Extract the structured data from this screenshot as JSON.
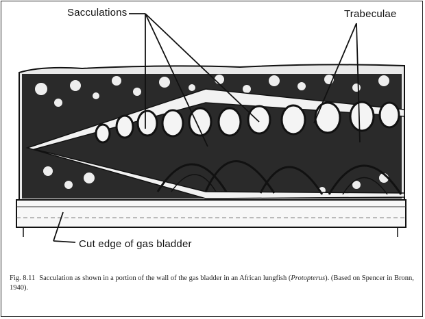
{
  "labels": {
    "sacculations": "Sacculations",
    "trabeculae": "Trabeculae",
    "cut_edge": "Cut edge of gas bladder"
  },
  "caption": {
    "fig_number": "Fig. 8.11",
    "text_before_italic": "Sacculation as shown in a portion of the wall of the gas bladder in an African lungfish (",
    "italic": "Protopterus",
    "text_after_italic": "). (Based on Spencer in Bronn, 1940)."
  },
  "colors": {
    "ink": "#111111",
    "paper": "#ffffff"
  }
}
